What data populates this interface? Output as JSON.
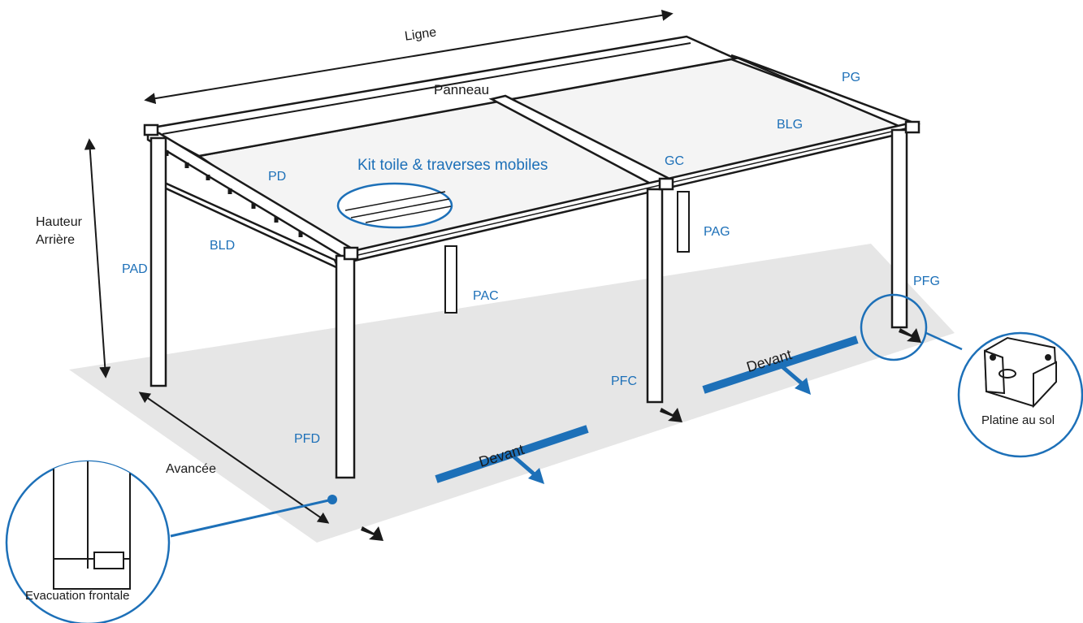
{
  "colors": {
    "accent": "#1d70b8",
    "ground": "#e6e6e6",
    "frame": "#1a1a1a"
  },
  "labels": {
    "ligne": "Ligne",
    "panneau": "Panneau",
    "pg": "PG",
    "blg": "BLG",
    "gc": "GC",
    "pd": "PD",
    "kit": "Kit toile & traverses mobiles",
    "hauteur_line1": "Hauteur",
    "hauteur_line2": "Arrière",
    "pad": "PAD",
    "bld": "BLD",
    "pag": "PAG",
    "pac": "PAC",
    "pfg": "PFG",
    "pfc": "PFC",
    "pfd": "PFD",
    "avancee": "Avancée",
    "devant_1": "Devant",
    "devant_2": "Devant",
    "platine": "Platine au sol",
    "evacuation": "Evacuation frontale"
  }
}
